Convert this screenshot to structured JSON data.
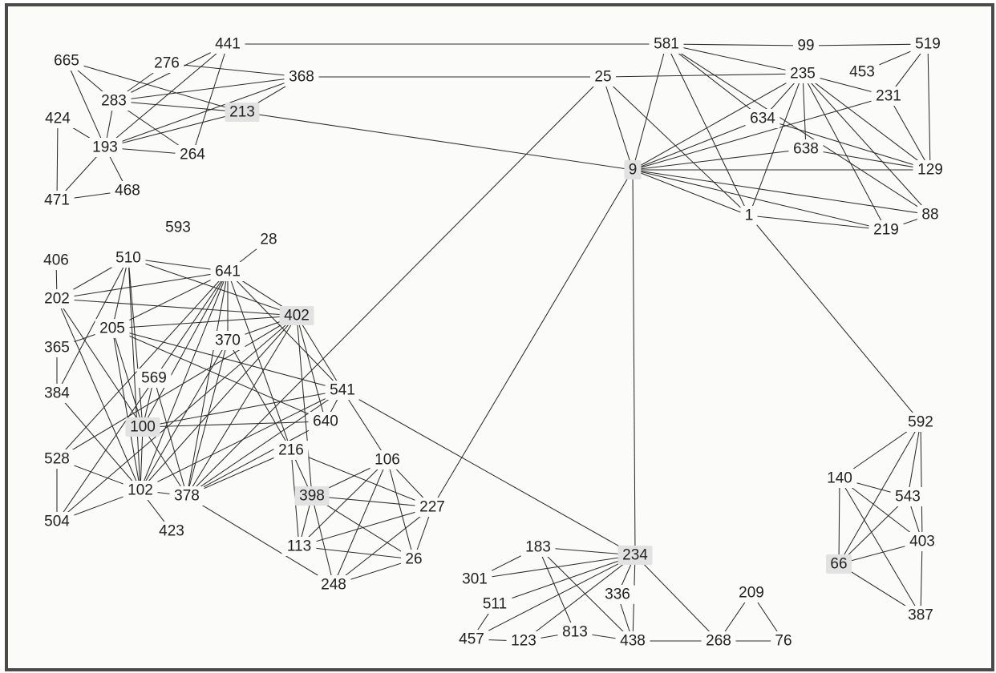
{
  "nodes": [
    {
      "id": "441"
    },
    {
      "id": "581"
    },
    {
      "id": "99"
    },
    {
      "id": "519"
    },
    {
      "id": "665"
    },
    {
      "id": "276"
    },
    {
      "id": "368"
    },
    {
      "id": "25"
    },
    {
      "id": "235"
    },
    {
      "id": "453"
    },
    {
      "id": "283"
    },
    {
      "id": "213",
      "highlight": true
    },
    {
      "id": "231"
    },
    {
      "id": "634"
    },
    {
      "id": "424"
    },
    {
      "id": "193"
    },
    {
      "id": "264"
    },
    {
      "id": "638"
    },
    {
      "id": "9",
      "highlight": true
    },
    {
      "id": "129"
    },
    {
      "id": "471"
    },
    {
      "id": "468"
    },
    {
      "id": "1"
    },
    {
      "id": "88"
    },
    {
      "id": "219"
    },
    {
      "id": "593"
    },
    {
      "id": "28"
    },
    {
      "id": "406"
    },
    {
      "id": "510"
    },
    {
      "id": "641"
    },
    {
      "id": "202"
    },
    {
      "id": "402",
      "highlight": true
    },
    {
      "id": "205"
    },
    {
      "id": "370"
    },
    {
      "id": "365"
    },
    {
      "id": "569"
    },
    {
      "id": "384"
    },
    {
      "id": "541"
    },
    {
      "id": "640"
    },
    {
      "id": "100",
      "highlight": true
    },
    {
      "id": "592"
    },
    {
      "id": "528"
    },
    {
      "id": "216"
    },
    {
      "id": "106"
    },
    {
      "id": "140"
    },
    {
      "id": "543"
    },
    {
      "id": "102"
    },
    {
      "id": "378"
    },
    {
      "id": "398",
      "highlight": true
    },
    {
      "id": "227"
    },
    {
      "id": "504"
    },
    {
      "id": "423"
    },
    {
      "id": "403"
    },
    {
      "id": "113"
    },
    {
      "id": "183"
    },
    {
      "id": "234",
      "highlight": true
    },
    {
      "id": "26"
    },
    {
      "id": "66",
      "highlight": true
    },
    {
      "id": "301"
    },
    {
      "id": "248"
    },
    {
      "id": "209"
    },
    {
      "id": "336"
    },
    {
      "id": "511"
    },
    {
      "id": "387"
    },
    {
      "id": "813"
    },
    {
      "id": "457"
    },
    {
      "id": "123"
    },
    {
      "id": "438"
    },
    {
      "id": "268"
    },
    {
      "id": "76"
    }
  ],
  "edges": [
    [
      "441",
      "581"
    ],
    [
      "441",
      "193"
    ],
    [
      "441",
      "283"
    ],
    [
      "441",
      "264"
    ],
    [
      "581",
      "99"
    ],
    [
      "99",
      "519"
    ],
    [
      "581",
      "235"
    ],
    [
      "581",
      "634"
    ],
    [
      "581",
      "9"
    ],
    [
      "581",
      "1"
    ],
    [
      "581",
      "88"
    ],
    [
      "519",
      "453"
    ],
    [
      "519",
      "231"
    ],
    [
      "519",
      "129"
    ],
    [
      "231",
      "129"
    ],
    [
      "231",
      "235"
    ],
    [
      "231",
      "9"
    ],
    [
      "368",
      "25"
    ],
    [
      "25",
      "235"
    ],
    [
      "25",
      "9"
    ],
    [
      "25",
      "1"
    ],
    [
      "25",
      "378"
    ],
    [
      "276",
      "368"
    ],
    [
      "276",
      "283"
    ],
    [
      "368",
      "283"
    ],
    [
      "368",
      "193"
    ],
    [
      "368",
      "213"
    ],
    [
      "665",
      "213"
    ],
    [
      "665",
      "283"
    ],
    [
      "665",
      "193"
    ],
    [
      "283",
      "213"
    ],
    [
      "283",
      "264"
    ],
    [
      "283",
      "193"
    ],
    [
      "424",
      "193"
    ],
    [
      "424",
      "471"
    ],
    [
      "193",
      "213"
    ],
    [
      "193",
      "264"
    ],
    [
      "193",
      "471"
    ],
    [
      "193",
      "468"
    ],
    [
      "471",
      "468"
    ],
    [
      "213",
      "9"
    ],
    [
      "235",
      "9"
    ],
    [
      "235",
      "634"
    ],
    [
      "235",
      "638"
    ],
    [
      "235",
      "1"
    ],
    [
      "235",
      "129"
    ],
    [
      "235",
      "88"
    ],
    [
      "235",
      "219"
    ],
    [
      "634",
      "9"
    ],
    [
      "634",
      "129"
    ],
    [
      "638",
      "9"
    ],
    [
      "638",
      "129"
    ],
    [
      "9",
      "129"
    ],
    [
      "9",
      "1"
    ],
    [
      "9",
      "88"
    ],
    [
      "9",
      "219"
    ],
    [
      "9",
      "227"
    ],
    [
      "9",
      "234"
    ],
    [
      "1",
      "219"
    ],
    [
      "1",
      "592"
    ],
    [
      "219",
      "88"
    ],
    [
      "28",
      "641"
    ],
    [
      "406",
      "202"
    ],
    [
      "510",
      "641"
    ],
    [
      "510",
      "402"
    ],
    [
      "510",
      "202"
    ],
    [
      "510",
      "205"
    ],
    [
      "510",
      "100"
    ],
    [
      "510",
      "102"
    ],
    [
      "510",
      "384"
    ],
    [
      "641",
      "202"
    ],
    [
      "641",
      "205"
    ],
    [
      "641",
      "402"
    ],
    [
      "641",
      "370"
    ],
    [
      "641",
      "100"
    ],
    [
      "641",
      "102"
    ],
    [
      "641",
      "378"
    ],
    [
      "641",
      "528"
    ],
    [
      "641",
      "504"
    ],
    [
      "641",
      "541"
    ],
    [
      "641",
      "216"
    ],
    [
      "202",
      "402"
    ],
    [
      "202",
      "100"
    ],
    [
      "202",
      "102"
    ],
    [
      "205",
      "402"
    ],
    [
      "205",
      "541"
    ],
    [
      "205",
      "100"
    ],
    [
      "205",
      "102"
    ],
    [
      "205",
      "365"
    ],
    [
      "205",
      "640"
    ],
    [
      "402",
      "370"
    ],
    [
      "402",
      "541"
    ],
    [
      "402",
      "398"
    ],
    [
      "402",
      "640"
    ],
    [
      "402",
      "102"
    ],
    [
      "402",
      "378"
    ],
    [
      "402",
      "528"
    ],
    [
      "402",
      "504"
    ],
    [
      "370",
      "216"
    ],
    [
      "370",
      "378"
    ],
    [
      "370",
      "102"
    ],
    [
      "365",
      "384"
    ],
    [
      "384",
      "102"
    ],
    [
      "569",
      "100"
    ],
    [
      "569",
      "378"
    ],
    [
      "541",
      "106"
    ],
    [
      "541",
      "234"
    ],
    [
      "541",
      "640"
    ],
    [
      "541",
      "102"
    ],
    [
      "541",
      "378"
    ],
    [
      "541",
      "100"
    ],
    [
      "640",
      "378"
    ],
    [
      "100",
      "640"
    ],
    [
      "100",
      "102"
    ],
    [
      "100",
      "378"
    ],
    [
      "528",
      "102"
    ],
    [
      "528",
      "504"
    ],
    [
      "504",
      "102"
    ],
    [
      "102",
      "378"
    ],
    [
      "102",
      "423"
    ],
    [
      "216",
      "227"
    ],
    [
      "216",
      "113"
    ],
    [
      "216",
      "378"
    ],
    [
      "216",
      "398"
    ],
    [
      "106",
      "398"
    ],
    [
      "106",
      "113"
    ],
    [
      "106",
      "26"
    ],
    [
      "106",
      "248"
    ],
    [
      "106",
      "227"
    ],
    [
      "398",
      "227"
    ],
    [
      "398",
      "26"
    ],
    [
      "398",
      "248"
    ],
    [
      "398",
      "113"
    ],
    [
      "227",
      "113"
    ],
    [
      "227",
      "26"
    ],
    [
      "227",
      "248"
    ],
    [
      "113",
      "26"
    ],
    [
      "26",
      "248"
    ],
    [
      "378",
      "248"
    ],
    [
      "183",
      "234"
    ],
    [
      "183",
      "301"
    ],
    [
      "183",
      "813"
    ],
    [
      "183",
      "438"
    ],
    [
      "234",
      "301"
    ],
    [
      "234",
      "511"
    ],
    [
      "234",
      "457"
    ],
    [
      "234",
      "123"
    ],
    [
      "234",
      "336"
    ],
    [
      "234",
      "438"
    ],
    [
      "234",
      "268"
    ],
    [
      "511",
      "457"
    ],
    [
      "457",
      "123"
    ],
    [
      "123",
      "813"
    ],
    [
      "813",
      "438"
    ],
    [
      "438",
      "268"
    ],
    [
      "438",
      "336"
    ],
    [
      "268",
      "76"
    ],
    [
      "268",
      "209"
    ],
    [
      "209",
      "76"
    ],
    [
      "592",
      "140"
    ],
    [
      "592",
      "403"
    ],
    [
      "592",
      "66"
    ],
    [
      "592",
      "543"
    ],
    [
      "140",
      "543"
    ],
    [
      "140",
      "403"
    ],
    [
      "140",
      "66"
    ],
    [
      "140",
      "387"
    ],
    [
      "543",
      "403"
    ],
    [
      "543",
      "66"
    ],
    [
      "403",
      "66"
    ],
    [
      "403",
      "387"
    ],
    [
      "66",
      "387"
    ]
  ]
}
